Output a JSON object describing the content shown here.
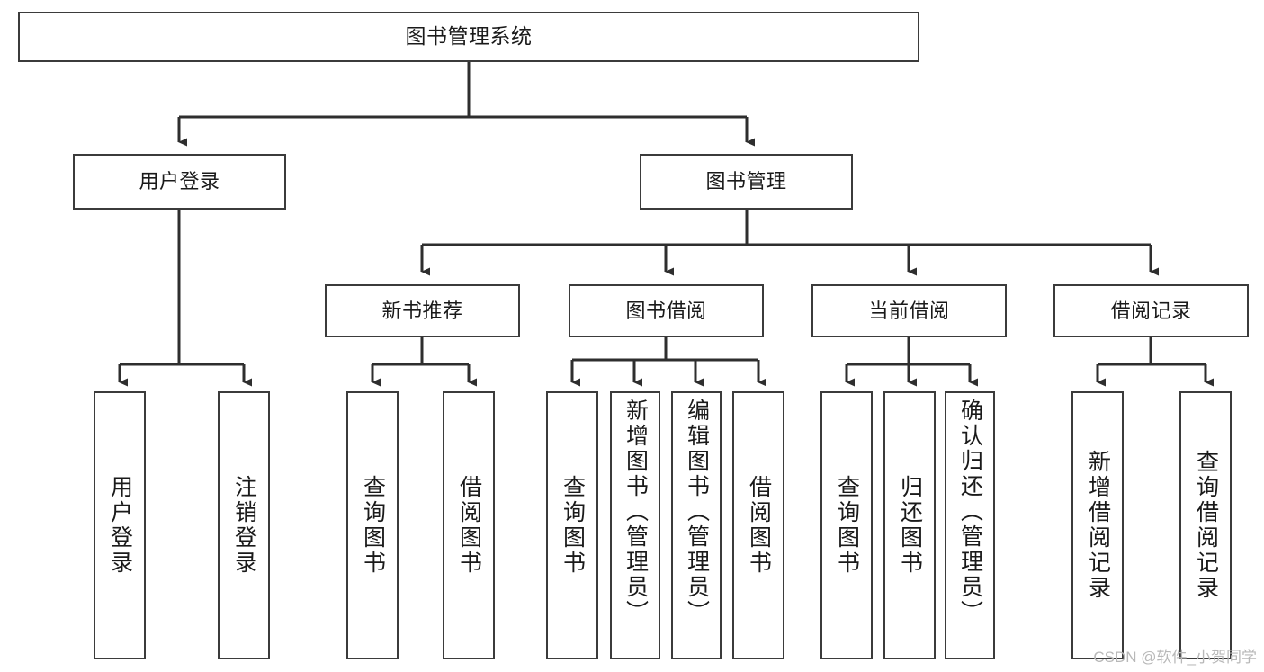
{
  "diagram": {
    "title": "图书管理系统",
    "watermark": "CSDN @软件_小贺同学",
    "colors": {
      "stroke": "#3b3b3b",
      "box_fill": "#ffffff",
      "text": "#1a1a1a",
      "background": "#ffffff",
      "watermark": "#b8b8b8"
    },
    "root": {
      "label": "图书管理系统"
    },
    "level2": [
      {
        "label": "用户登录"
      },
      {
        "label": "图书管理"
      }
    ],
    "level3": [
      {
        "label": "新书推荐"
      },
      {
        "label": "图书借阅"
      },
      {
        "label": "当前借阅"
      },
      {
        "label": "借阅记录"
      }
    ],
    "leaves": {
      "user_login": [
        {
          "label": "用户登录"
        },
        {
          "label": "注销登录"
        }
      ],
      "new_book_recommend": [
        {
          "label": "查询图书"
        },
        {
          "label": "借阅图书"
        }
      ],
      "book_borrow": [
        {
          "label": "查询图书"
        },
        {
          "label": "新增图书（管理员）"
        },
        {
          "label": "编辑图书（管理员）"
        },
        {
          "label": "借阅图书"
        }
      ],
      "current_borrow": [
        {
          "label": "查询图书"
        },
        {
          "label": "归还图书"
        },
        {
          "label": "确认归还（管理员）"
        }
      ],
      "borrow_record": [
        {
          "label": "新增借阅记录"
        },
        {
          "label": "查询借阅记录"
        }
      ]
    }
  }
}
